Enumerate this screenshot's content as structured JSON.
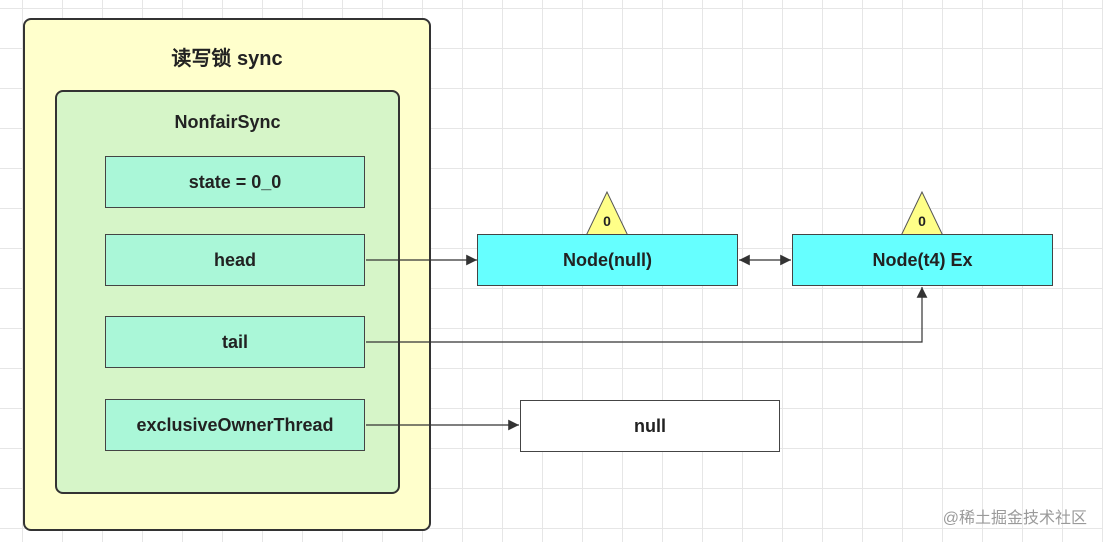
{
  "sync_box": {
    "title": "读写锁 sync"
  },
  "nonfair_box": {
    "title": "NonfairSync"
  },
  "fields": {
    "state": "state = 0_0",
    "head": "head",
    "tail": "tail",
    "owner": "exclusiveOwnerThread"
  },
  "nodes": {
    "node_null": {
      "label": "Node(null)",
      "wait_status": "0"
    },
    "node_t4": {
      "label": "Node(t4) Ex",
      "wait_status": "0"
    }
  },
  "owner_value": "null",
  "watermark": "@稀土掘金技术社区",
  "colors": {
    "outer_fill": "#ffffcc",
    "inner_fill": "#d6f5c8",
    "field_fill": "#aaf7d8",
    "node_fill": "#66ffff",
    "triangle_fill": "#ffff88"
  }
}
